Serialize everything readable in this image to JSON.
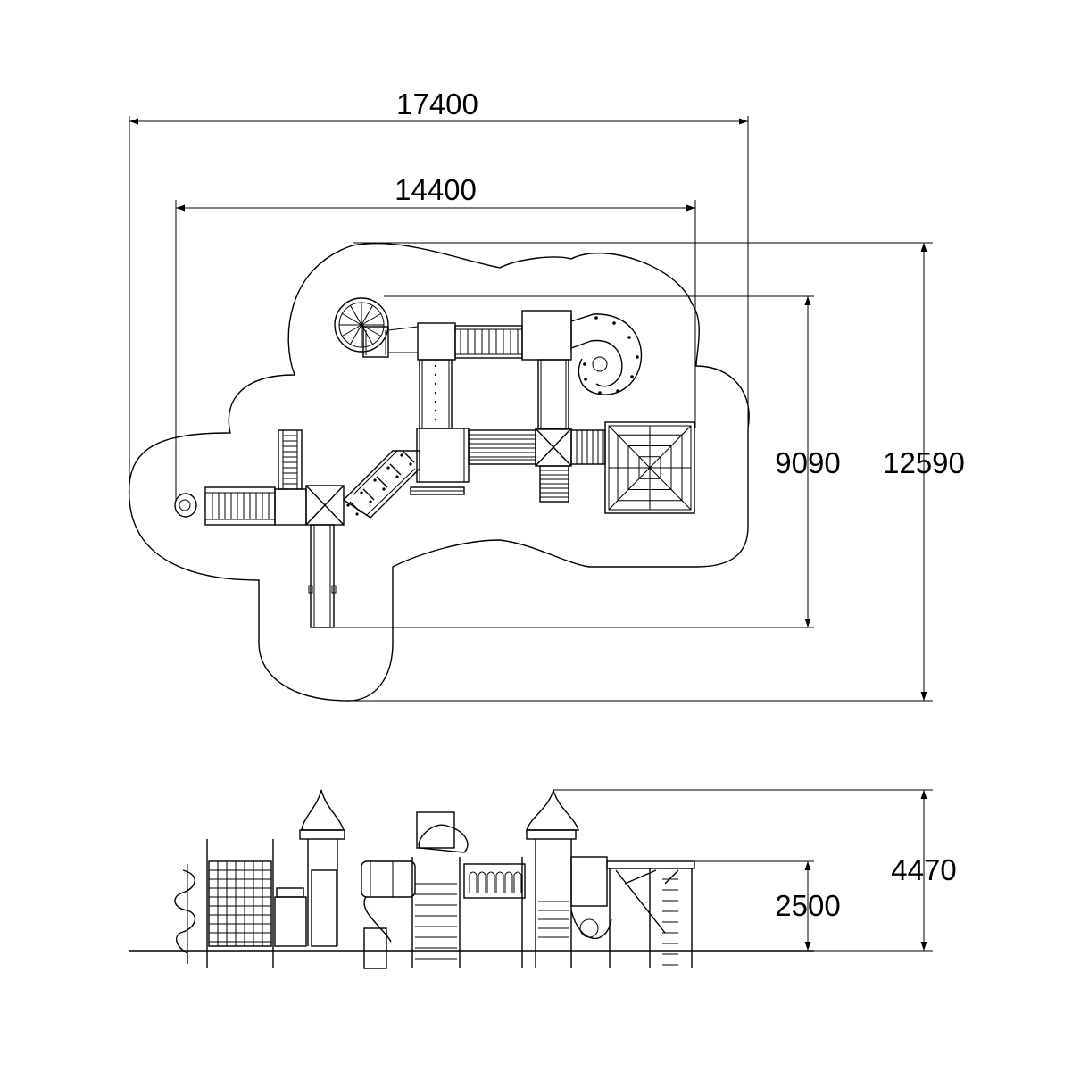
{
  "drawing": {
    "views": [
      "plan-view",
      "side-elevation"
    ],
    "dimensions": {
      "overall_width": "17400",
      "structure_width": "14400",
      "structure_depth": "9090",
      "overall_depth": "12590",
      "total_height": "4470",
      "platform_height": "2500"
    }
  }
}
